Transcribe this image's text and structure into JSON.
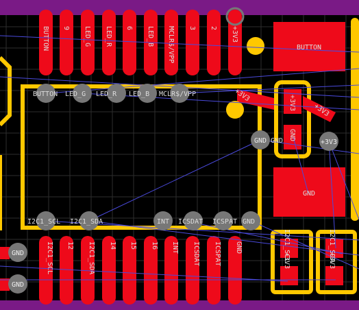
{
  "colors": {
    "background": "#000000",
    "grid": "#3a3a3a",
    "copper_top": "#ee0a1a",
    "silk": "#ffc800",
    "board_edge": "#7a1a86",
    "ratsnest": "#4a4adc",
    "via": "#777777",
    "text": "#dddddd"
  },
  "top_pins": [
    "BUTTON",
    "9",
    "LED_G",
    "LED_R",
    "6",
    "LED_B",
    "MCLR$/VPP",
    "3",
    "2",
    "+3V3"
  ],
  "top_pin_labels": [
    "BUTTON",
    "9",
    "LED_G",
    "LED_R",
    "6",
    "LED_B",
    "MCLR$/VPP",
    "3",
    "2",
    "+3V3"
  ],
  "bottom_pins": [
    "I2C1_SCL",
    "12",
    "I2C1_SDA",
    "14",
    "15",
    "16",
    "INT",
    "ICSDAT",
    "ICSPAT",
    "GND"
  ],
  "module_top_labels": [
    "BUTTON",
    "LED_G",
    "LED_R",
    "LED_B",
    "MCLR$/VPP"
  ],
  "module_bottom_labels": [
    "I2C1_SCL",
    "I2C1_SDA",
    "INT",
    "ICSDAT",
    "ICSPAT",
    "GND"
  ],
  "module_right_labels": [
    "GND",
    "GND"
  ],
  "right_labels": {
    "button_pad": "BUTTON",
    "gnd_pad": "GND",
    "cap_top": "+3V3",
    "cap_bottom": "GND",
    "via_3v3": "+3V3",
    "diag_top_left": "+3V3",
    "diag_top_right": "+3V3"
  },
  "left_vias": [
    "GND",
    "GND"
  ],
  "bottom_right_parts": [
    {
      "left": "I2C1_SDA",
      "right": "+3V3"
    },
    {
      "left": "I2C1_SCL",
      "right": "+3V3"
    }
  ]
}
